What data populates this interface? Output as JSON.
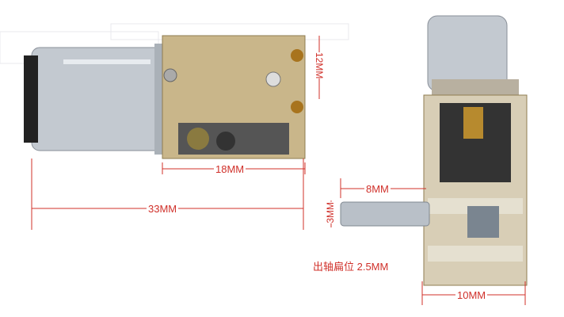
{
  "dimensions": {
    "gearbox_height": "12MM",
    "gearbox_length": "18MM",
    "total_length": "33MM",
    "shaft_length": "8MM",
    "shaft_diameter": "3MM",
    "shaft_flat": "出轴扁位 2.5MM",
    "gearbox_width": "10MM"
  },
  "colors": {
    "dimension": "#d0302a",
    "brass": "#c9b68a",
    "steel": "#b9c0c8"
  }
}
